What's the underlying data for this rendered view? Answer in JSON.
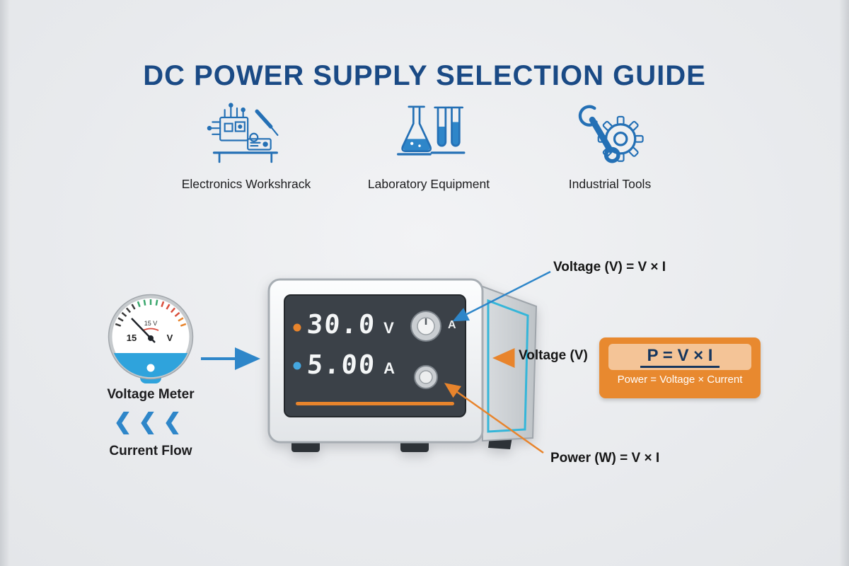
{
  "title": "DC POWER SUPPLY SELECTION GUIDE",
  "categories": [
    {
      "label": "Electronics Workshrack",
      "icon": "circuit-workbench-icon"
    },
    {
      "label": "Laboratory Equipment",
      "icon": "lab-flask-icon"
    },
    {
      "label": "Industrial Tools",
      "icon": "wrench-gear-icon"
    }
  ],
  "device": {
    "voltage_value": "30.0",
    "voltage_unit": "V",
    "current_value": "5.00",
    "current_unit": "A",
    "knob_label": "A"
  },
  "meter": {
    "label": "Voltage Meter",
    "top_reading": "15 V",
    "scale_left": "15",
    "scale_right": "V"
  },
  "current_flow": {
    "chevrons": "❮❮❮",
    "label": "Current Flow"
  },
  "annotations": {
    "voltage_formula": "Voltage (V) = V × I",
    "voltage_label": "Voltage (V)",
    "power_formula": "Power (W) = V × I"
  },
  "formula_box": {
    "formula": "P = V × I",
    "caption": "Power = Voltage × Current"
  },
  "colors": {
    "title_blue": "#1a4a85",
    "accent_blue": "#2e86c9",
    "accent_orange": "#e8842c",
    "display_bg": "#3b4148",
    "icon_blue": "#2470b5"
  }
}
